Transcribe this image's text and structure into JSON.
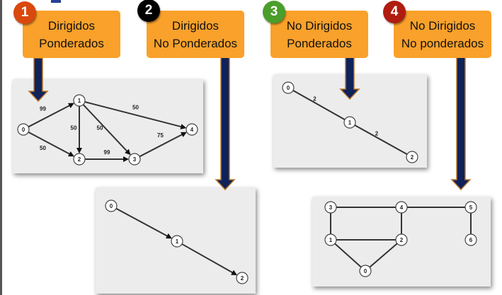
{
  "categories": [
    {
      "number": "1",
      "line1": "Dirigidos",
      "line2": "Ponderados",
      "badge_color": "#d9480f"
    },
    {
      "number": "2",
      "line1": "Dirigidos",
      "line2": "No Ponderados",
      "badge_color": "#000000"
    },
    {
      "number": "3",
      "line1": "No Dirigidos",
      "line2": "Ponderados",
      "badge_color": "#4a9e2a"
    },
    {
      "number": "4",
      "line1": "No Dirigidos",
      "line2": "No ponderados",
      "badge_color": "#b01c10"
    }
  ],
  "colors": {
    "box": "#f9a12a",
    "arrow": "#0f2259",
    "arrow_outline": "#b9772a",
    "panel": "#ececec"
  },
  "graphs": [
    {
      "directed": true,
      "nodes": [
        "0",
        "1",
        "2",
        "3",
        "4"
      ],
      "edges": [
        {
          "from": "0",
          "to": "1",
          "weight": "99"
        },
        {
          "from": "0",
          "to": "2",
          "weight": "50"
        },
        {
          "from": "1",
          "to": "2",
          "weight": "50"
        },
        {
          "from": "1",
          "to": "3",
          "weight": "50"
        },
        {
          "from": "1",
          "to": "4",
          "weight": "50"
        },
        {
          "from": "2",
          "to": "3",
          "weight": "99"
        },
        {
          "from": "3",
          "to": "4",
          "weight": "75"
        }
      ]
    },
    {
      "directed": true,
      "nodes": [
        "0",
        "1",
        "2"
      ],
      "edges": [
        {
          "from": "0",
          "to": "1"
        },
        {
          "from": "1",
          "to": "2"
        }
      ]
    },
    {
      "directed": false,
      "nodes": [
        "0",
        "1",
        "2"
      ],
      "edges": [
        {
          "from": "0",
          "to": "1",
          "weight": "2"
        },
        {
          "from": "1",
          "to": "2",
          "weight": "2"
        }
      ]
    },
    {
      "directed": false,
      "nodes": [
        "0",
        "1",
        "2",
        "3",
        "4",
        "5",
        "6"
      ],
      "edges": [
        {
          "from": "3",
          "to": "4"
        },
        {
          "from": "4",
          "to": "5"
        },
        {
          "from": "3",
          "to": "1"
        },
        {
          "from": "1",
          "to": "2"
        },
        {
          "from": "4",
          "to": "2"
        },
        {
          "from": "1",
          "to": "0"
        },
        {
          "from": "2",
          "to": "0"
        },
        {
          "from": "5",
          "to": "6"
        }
      ]
    }
  ]
}
